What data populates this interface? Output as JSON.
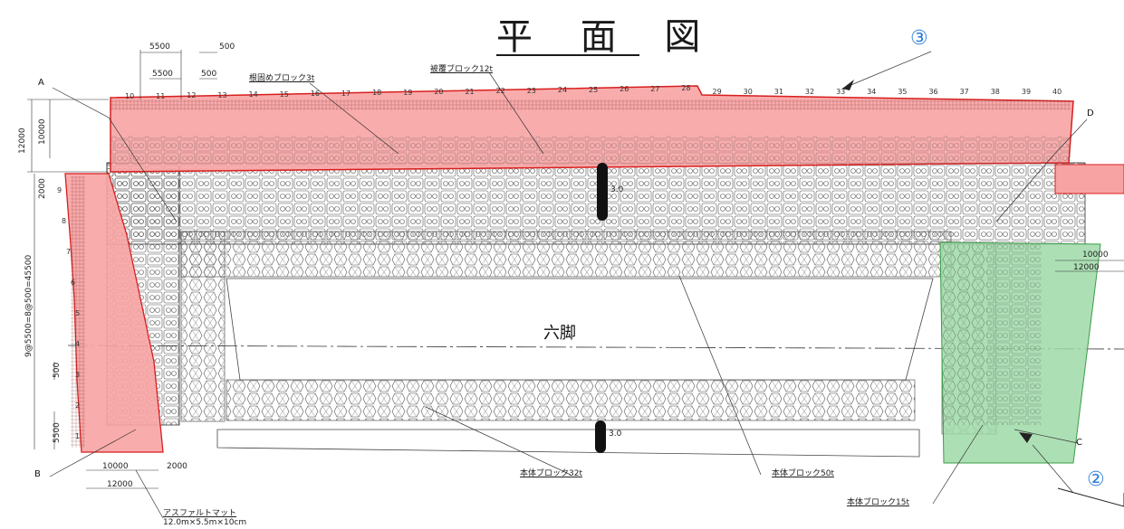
{
  "title": "平 面 図",
  "center_label": "六脚",
  "block_labels": {
    "nekatame": "根固めブロック3t",
    "hifuku": "被覆ブロック12t",
    "hontai32": "本体ブロック32t",
    "hontai50": "本体ブロック50t",
    "hontai15": "本体ブロック15t",
    "asphalt": "アスファルトマット",
    "asphalt_size": "12.0m×5.5m×10cm"
  },
  "callouts": {
    "c3": "③",
    "c2": "②"
  },
  "edge_labels": {
    "A": "A",
    "B": "B",
    "C": "C",
    "D": "D"
  },
  "dimensions": {
    "top_5500_a": "5500",
    "top_500_a": "500",
    "top_5500_b": "5500",
    "top_500_b": "500",
    "left_12000": "12000",
    "left_10000": "10000",
    "left_2000": "2000",
    "left_span": "9@5500=8@500=45500",
    "left_500": "500",
    "left_5500": "5500",
    "bottom_10000": "10000",
    "bottom_2000": "2000",
    "bottom_12000": "12000",
    "right_10000": "10000",
    "right_12000": "12000",
    "mid_top_3": "3.0",
    "mid_bottom_3": "3.0"
  },
  "top_numbers": [
    "10",
    "11",
    "12",
    "13",
    "14",
    "15",
    "16",
    "17",
    "18",
    "19",
    "20",
    "21",
    "22",
    "23",
    "24",
    "25",
    "26",
    "27",
    "28",
    "29",
    "30",
    "31",
    "32",
    "33",
    "34",
    "35",
    "36",
    "37",
    "38",
    "39",
    "40"
  ],
  "left_numbers": [
    "9",
    "8",
    "7",
    "6",
    "5",
    "4",
    "3",
    "2",
    "1"
  ],
  "colors": {
    "red_fill": "#f8a3a3",
    "red_line": "#d81e1e",
    "green_fill": "#9fd9a8",
    "green_line": "#3a9c47",
    "callout": "#2f7fd9"
  }
}
